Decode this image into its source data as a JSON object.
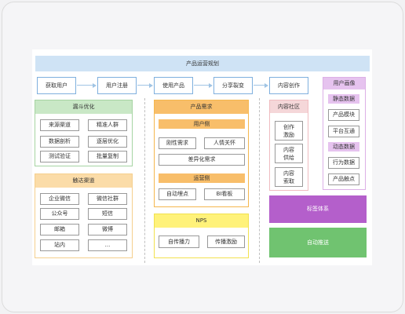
{
  "title": "产品运营规划",
  "flow": [
    "获取用户",
    "用户注册",
    "使用产品",
    "分享裂变",
    "内容创作"
  ],
  "funnel": {
    "title": "漏斗优化",
    "items": [
      "来源渠道",
      "精准人群",
      "数据剖析",
      "逐层优化",
      "测试验证",
      "批量复制"
    ]
  },
  "channels": {
    "title": "触达渠道",
    "items": [
      "企业微信",
      "微信社群",
      "公众号",
      "短信",
      "邮箱",
      "微博",
      "站内",
      "..."
    ]
  },
  "needs": {
    "title": "产品需求",
    "user_side": {
      "title": "用户侧",
      "items": [
        "刚性需求",
        "人情关怀"
      ],
      "wide": "差异化需求"
    },
    "ops_side": {
      "title": "运营侧",
      "items": [
        "自动埋点",
        "BI看板"
      ]
    }
  },
  "nps": {
    "title": "NPS",
    "items": [
      "自传播力",
      "传播激励"
    ]
  },
  "community": {
    "title": "内容社区",
    "items": [
      "创作\n激励",
      "内容\n供给",
      "内容\n索取"
    ]
  },
  "profile": {
    "title": "用户画像",
    "static_title": "静态数据",
    "static_items": [
      "产品模块",
      "平台互通"
    ],
    "dynamic_title": "动态数据",
    "dynamic_items": [
      "行为数据",
      "产品触点"
    ]
  },
  "tag_system": "标签体系",
  "auto_push": "自动推送",
  "colors": {
    "blue": "#cfe3f5",
    "green": "#c9e8c6",
    "orange": "#f8be6a",
    "yellow": "#fff27a",
    "pink": "#f5d7d9",
    "purple": "#b45fcb",
    "darkgreen": "#70c370"
  }
}
